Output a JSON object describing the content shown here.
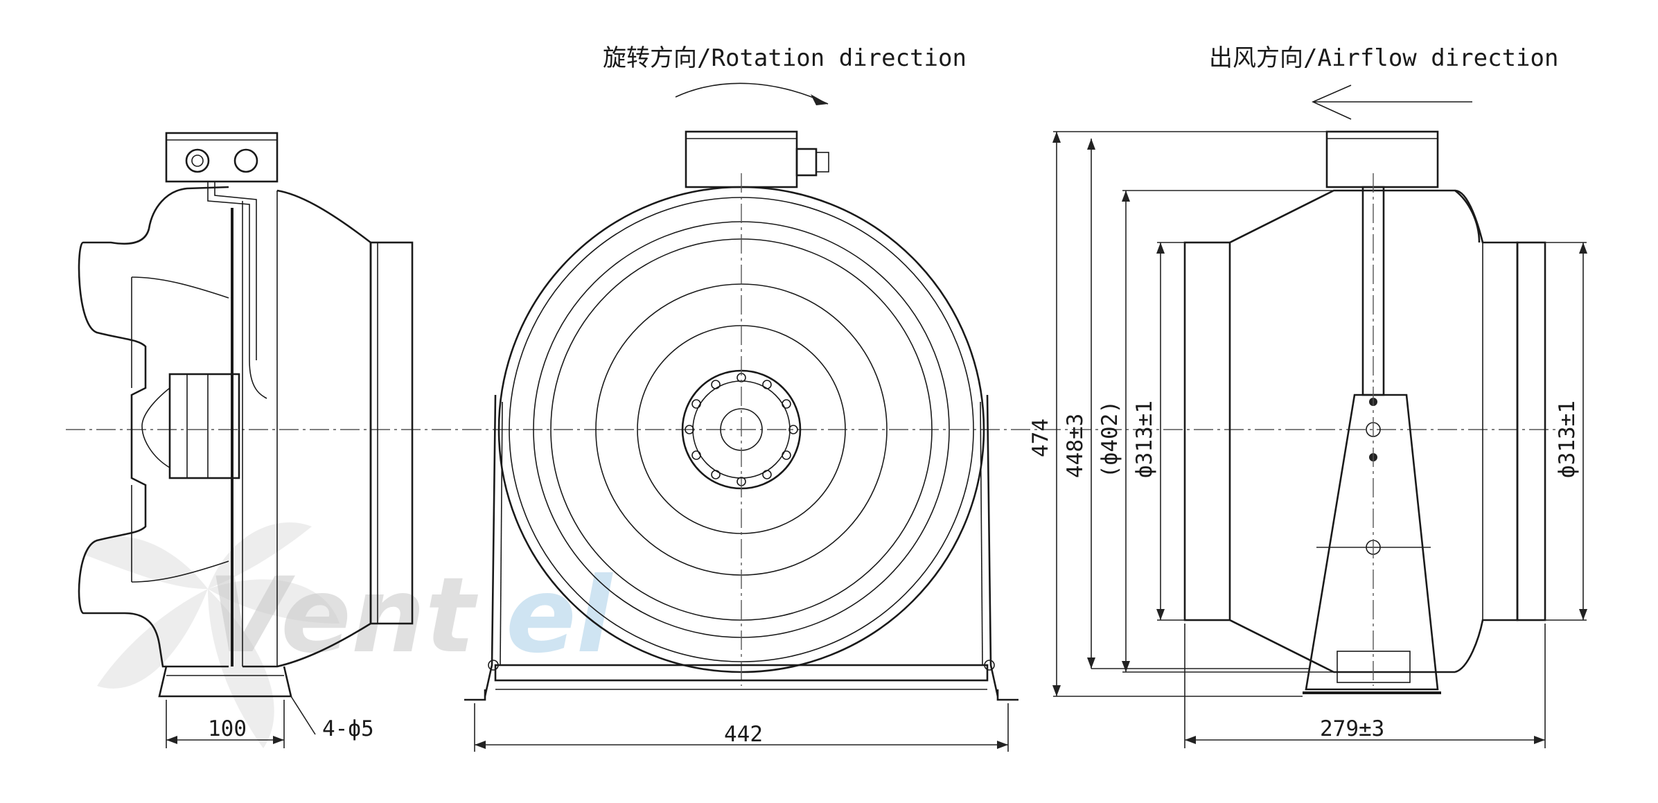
{
  "labels": {
    "rotation": "旋转方向/Rotation direction",
    "airflow": "出风方向/Airflow direction"
  },
  "dimensions": {
    "side_width": "100",
    "holes": "4-ф5",
    "front_width": "442",
    "overall_height": "474",
    "height_tol": "448±3",
    "body_dia": "(ф402)",
    "inlet_dia": "ф313±1",
    "outlet_dia": "ф313±1",
    "length": "279±3"
  },
  "watermark": {
    "part1": "Vent",
    "part2": "el"
  }
}
